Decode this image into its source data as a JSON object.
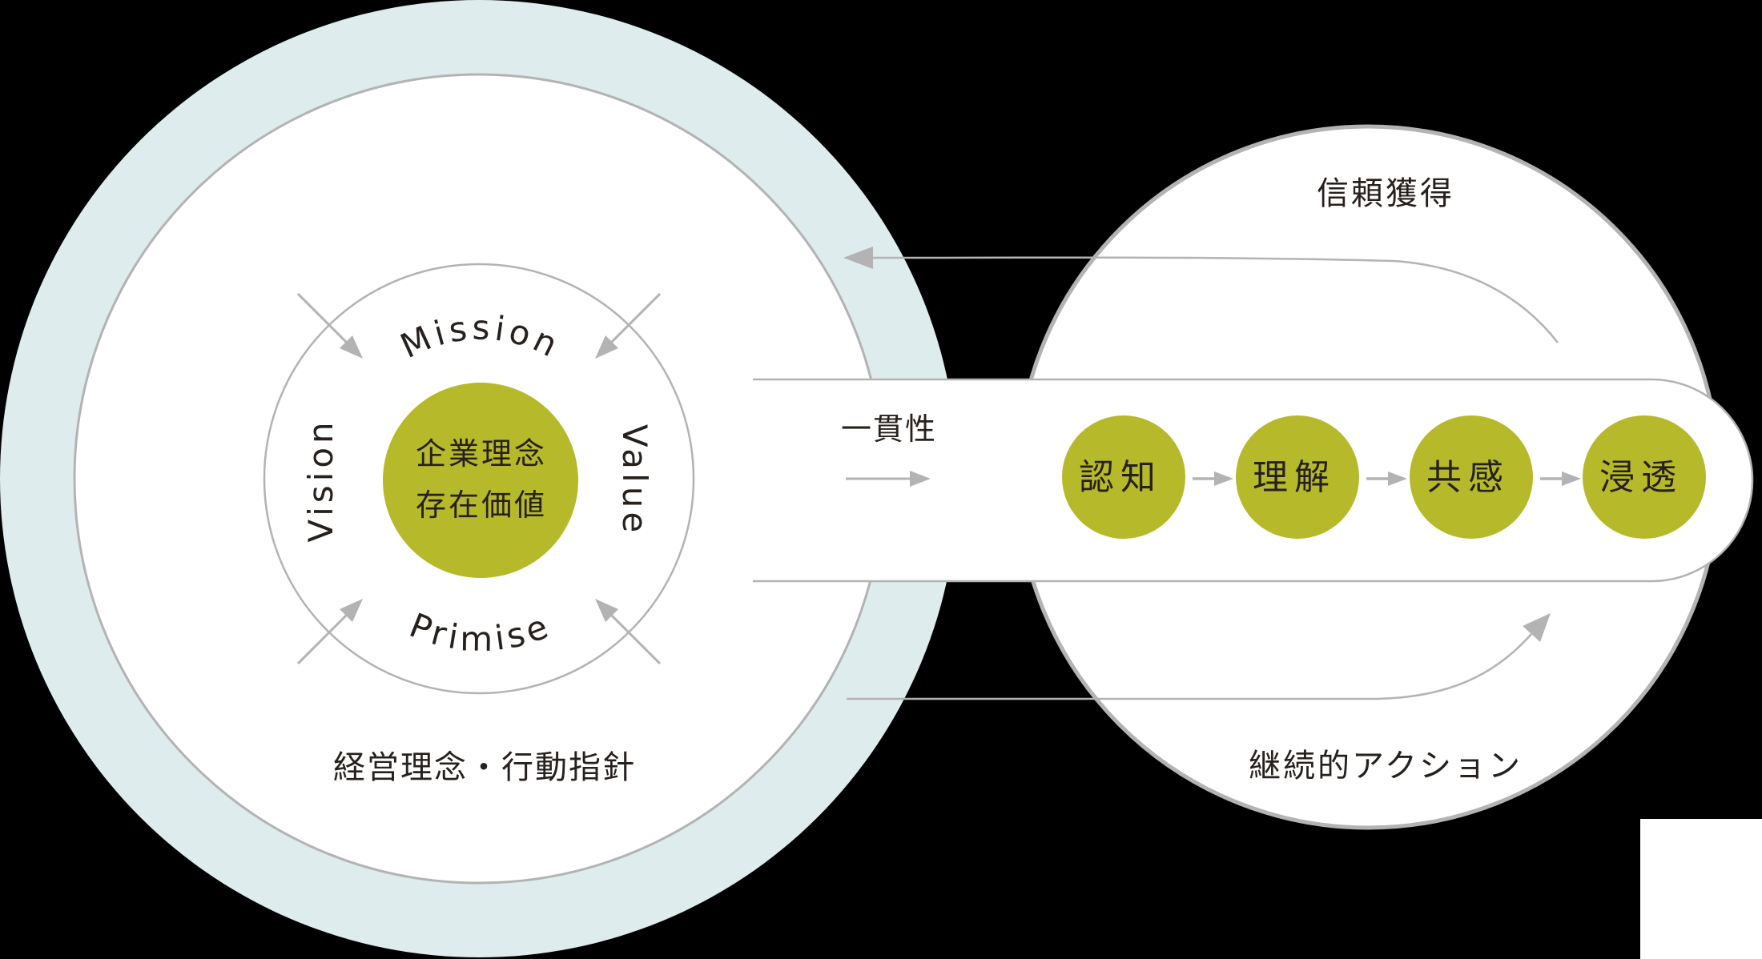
{
  "diagram_title": "corporate-philosophy-penetration-cycle",
  "colors": {
    "background": "#000000",
    "pale_ring": "#deeced",
    "olive": "#b6b92a",
    "line_gray": "#b3b3b3",
    "text_dark": "#27211d",
    "white": "#ffffff"
  },
  "left_circle": {
    "core": {
      "line1": "企業理念",
      "line2": "存在価値"
    },
    "ring_words": {
      "top": "Mission",
      "right": "Value",
      "bottom": "Primise",
      "left": "Vision"
    },
    "outer_label": "経営理念・行動指針"
  },
  "connector": {
    "label": "一貫性"
  },
  "right_circle": {
    "top_label": "信頼獲得",
    "bottom_label": "継続的アクション",
    "steps": [
      "認知",
      "理解",
      "共感",
      "浸透"
    ]
  }
}
